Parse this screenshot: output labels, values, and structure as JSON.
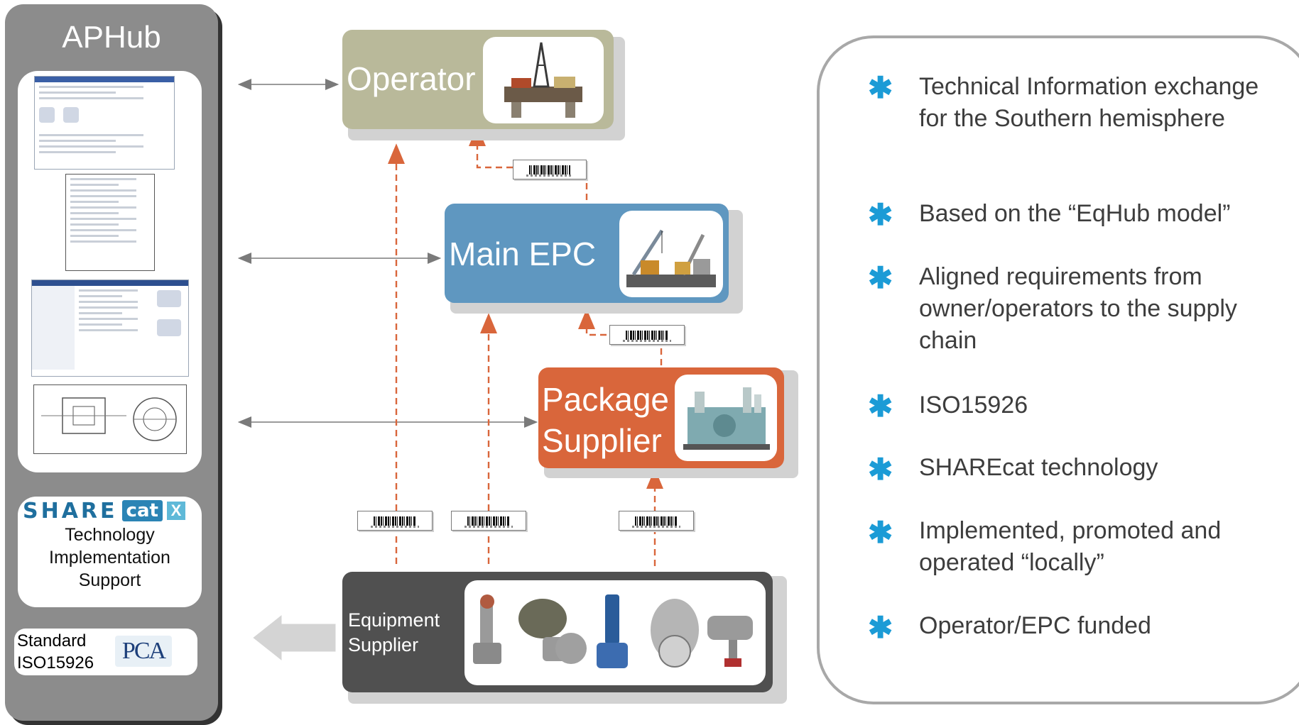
{
  "aphub": {
    "title": "APHub",
    "sharecat_logo": {
      "share": "SHARE",
      "cat": "cat",
      "x": "X"
    },
    "support_lines": [
      "Technology",
      "Implementation",
      "Support"
    ],
    "standard_lines": [
      "Standard",
      "ISO15926"
    ],
    "pca_logo": "PCA"
  },
  "nodes": {
    "operator": {
      "label": "Operator",
      "color": "#b9b99a"
    },
    "main_epc": {
      "label": "Main EPC",
      "color": "#5f97c0"
    },
    "package_supplier": {
      "label_lines": [
        "Package",
        "Supplier"
      ],
      "color": "#d9663b"
    },
    "equipment_supplier": {
      "label_lines": [
        "Equipment",
        "Supplier"
      ],
      "color": "#505050"
    }
  },
  "colors": {
    "flow_arrow": "#d9663b",
    "exchange_arrow": "#7a7a7a",
    "bullet_star": "#1b9bd6"
  },
  "info": {
    "bullets": [
      "Technical Information exchange for the Southern hemisphere",
      "Based on the “EqHub model”",
      "Aligned requirements from owner/operators to the supply chain",
      "ISO15926",
      "SHAREcat technology",
      "Implemented, promoted and operated “locally”",
      "Operator/EPC funded"
    ]
  },
  "icons": [
    "asterisk-bullet-icon",
    "barcode-icon",
    "drilling-rig-image",
    "crane-vessel-image",
    "compressor-package-image",
    "valves-instruments-image"
  ]
}
